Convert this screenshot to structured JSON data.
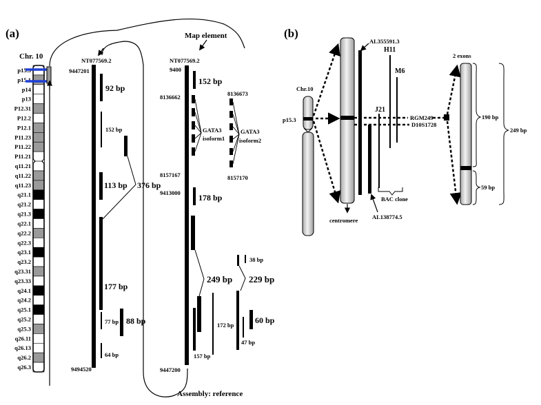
{
  "panel_a": {
    "label": "(a)",
    "chromosome_label": "Chr. 10",
    "band_labels": [
      "p15.3",
      "p15.1",
      "p14",
      "p13",
      "P12.31",
      "P12.2",
      "P12.1",
      "P11.23",
      "P11.22",
      "P11.21",
      "q11.21",
      "q11.22",
      "q11.23",
      "q21.1",
      "q21.2",
      "q21.3",
      "q22.1",
      "q22.2",
      "q22.3",
      "q23.1",
      "q23.2",
      "q23.31",
      "q23.33",
      "q24.1",
      "q24.2",
      "q25.1",
      "q25.2",
      "q25.3",
      "q26.11",
      "q26.13",
      "q26.2",
      "q26.3"
    ],
    "map_element_label": "Map element",
    "assembly_label": "Assembly: reference",
    "contig_left": {
      "name": "NT077569.2",
      "start": "9447201",
      "end": "9494520",
      "segments": [
        "92 bp",
        "152 bp",
        "113 bp",
        "376 bp",
        "177 bp",
        "77 bp",
        "88 bp",
        "64 bp"
      ]
    },
    "contig_right": {
      "name": "NT077569.2",
      "start": "9400",
      "end": "9447200",
      "coord_1": "8136662",
      "coord_2": "8136673",
      "coord_3": "8157167",
      "coord_4": "8157170",
      "coord_5": "9413000",
      "isoform_1": "GATA3 isoform1",
      "isoform_1_line1": "GATA3",
      "isoform_1_line2": "isoform1",
      "isoform_2_line1": "GATA3",
      "isoform_2_line2": "isoform2",
      "segments": [
        "152 bp",
        "178 bp",
        "249 bp",
        "229 bp",
        "38 bp",
        "157 bp",
        "172 bp",
        "60 bp",
        "47 bp"
      ]
    }
  },
  "panel_b": {
    "label": "(b)",
    "chromosome_label": "Chr.10",
    "band_label": "p15.3",
    "clone_top": "AL355591.3",
    "clone_bottom": "AL138774.5",
    "clone_h11": "H11",
    "clone_m6": "M6",
    "clone_j21": "J21",
    "marker_1": "RGM249",
    "marker_2": "D10S1728",
    "bac_label": "BAC clone",
    "centromere_label": "centromere",
    "exons_label": "2 exons",
    "size_1": "190 bp",
    "size_2": "59 bp",
    "size_total": "249 bp"
  },
  "colors": {
    "band_dark": "#000000",
    "band_grey": "#9a9a9a",
    "band_light": "#ffffff",
    "marker_blue": "#1f3fd6",
    "cylinder_fill": "#d0d0d0"
  }
}
